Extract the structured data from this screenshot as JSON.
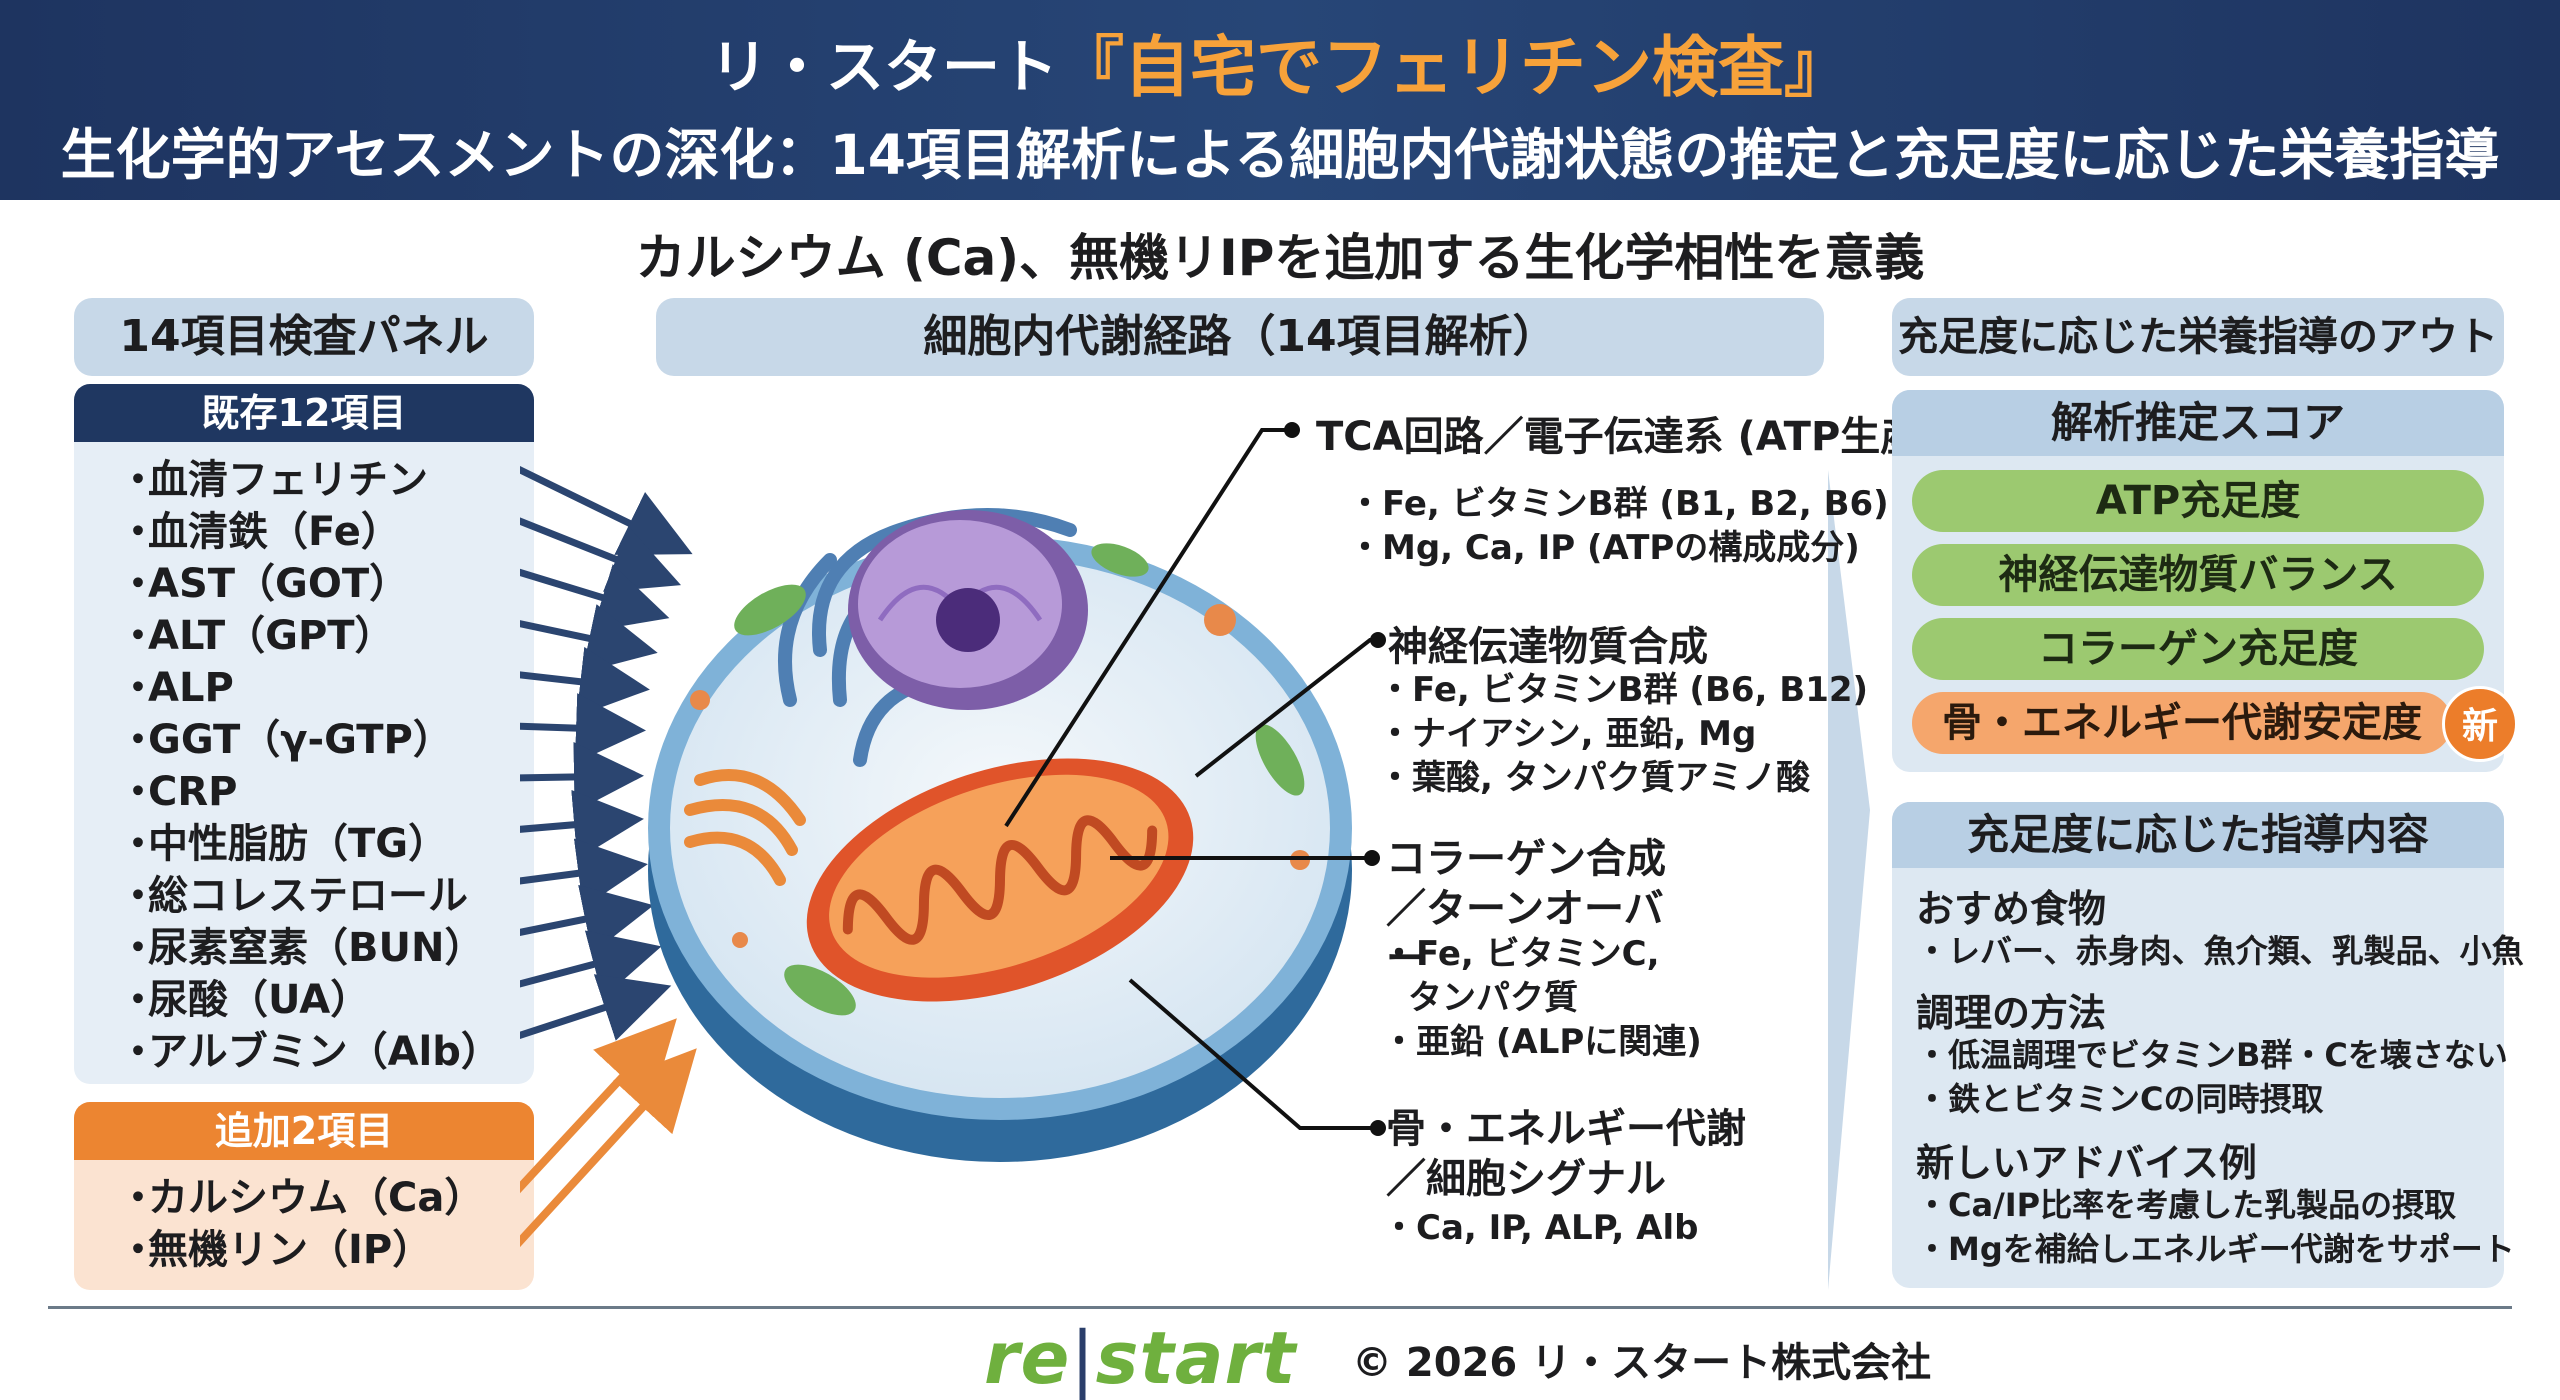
{
  "header": {
    "title_prefix": "リ・スタート",
    "title_main": "『自宅でフェリチン検査』",
    "subtitle": "生化学的アセスメントの深化：14項目解析による細胞内代謝状態の推定と充足度に応じた栄養指導"
  },
  "intro": "カルシウム (Ca)、無機リIPを追加する生化学相性を意義",
  "left_panel": {
    "title": "14項目検査パネル",
    "existing": {
      "title": "既存12項目",
      "items": [
        "血清フェリチン",
        "血清鉄（Fe）",
        "AST（GOT）",
        "ALT（GPT）",
        "ALP",
        "GGT（γ-GTP）",
        "CRP",
        "中性脂肪（TG）",
        "総コレステロール",
        "尿素窒素（BUN）",
        "尿酸（UA）",
        "アルブミン（Alb）"
      ]
    },
    "added": {
      "title": "追加2項目",
      "items": [
        "カルシウム（Ca）",
        "無機リン（IP）"
      ]
    }
  },
  "center_panel": {
    "title": "細胞内代謝経路（14項目解析）",
    "pathways": [
      {
        "label": "TCA回路／電子伝達系 (ATP生産)",
        "details": [
          "・Fe, ビタミンB群 (B1, B2, B6)",
          "・Mg, Ca, IP (ATPの構成成分)"
        ]
      },
      {
        "label": "神経伝達物質合成",
        "details": [
          "・Fe, ビタミンB群 (B6, B12)",
          "・ナイアシン, 亜鉛, Mg",
          "・葉酸, タンパク質アミノ酸"
        ]
      },
      {
        "label": "コラーゲン合成／ターンオーバー",
        "details": [
          "・Fe, ビタミンC,",
          "タンパク質",
          "・亜鉛 (ALPに関連)"
        ]
      },
      {
        "label": "骨・エネルギー代謝／細胞シグナル",
        "details": [
          "・Ca, IP, ALP, Alb"
        ]
      }
    ]
  },
  "right_panel": {
    "title": "充足度に応じた栄養指導のアウトプット",
    "scores": {
      "title": "解析推定スコア",
      "items": [
        "ATP充足度",
        "神経伝達物質バランス",
        "コラーゲン充足度",
        "骨・エネルギー代謝安定度"
      ],
      "new_badge": "新"
    },
    "guidance": {
      "title": "充足度に応じた指導内容",
      "sections": [
        {
          "title": "おすめ食物",
          "items": [
            "・レバー、赤身肉、魚介類、乳製品、小魚"
          ]
        },
        {
          "title": "調理の方法",
          "items": [
            "・低温調理でビタミンB群・Cを壊さない",
            "・鉄とビタミンCの同時摂取"
          ]
        },
        {
          "title": "新しいアドバイス例",
          "items": [
            "・Ca/IP比率を考慮した乳製品の摂取",
            "・Mgを補給しエネルギー代謝をサポート"
          ]
        }
      ]
    }
  },
  "footer": {
    "logo_left": "re",
    "logo_bar": "|",
    "logo_right": "start",
    "copyright": "© 2026 リ・スタート株式会社"
  },
  "colors": {
    "header_bg": "#1e3460",
    "title_accent": "#f7a23a",
    "existing_head": "#1f3761",
    "added_head": "#ec8531",
    "score_green": "#9cc970",
    "score_orange": "#f5a66c",
    "logo_green": "#6fb03e"
  }
}
